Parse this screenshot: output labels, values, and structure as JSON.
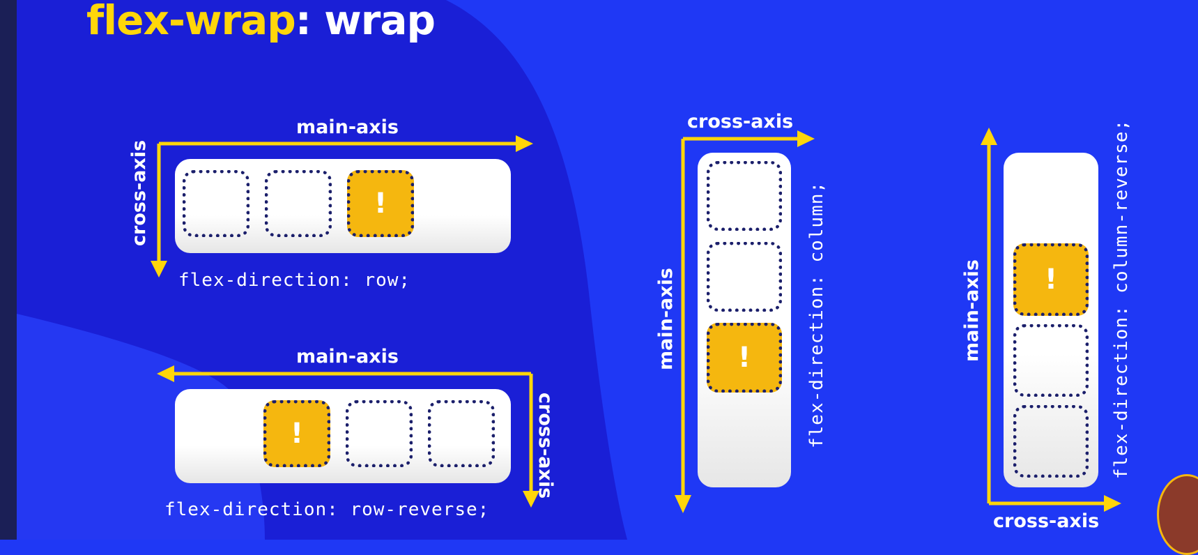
{
  "title": {
    "keyword": "flex-wrap",
    "colon_value": ": wrap"
  },
  "labels": {
    "main_axis": "main-axis",
    "cross_axis": "cross-axis"
  },
  "item_mark": "!",
  "code": {
    "row": "flex-direction: row;",
    "row_reverse": "flex-direction: row-reverse;",
    "column": "flex-direction: column;",
    "column_reverse": "flex-direction: column-reverse;"
  },
  "colors": {
    "background": "#1f38f5",
    "accent": "#ffd60a",
    "highlight_item": "#f5b70f",
    "dotted_border": "#1b1f6b"
  }
}
